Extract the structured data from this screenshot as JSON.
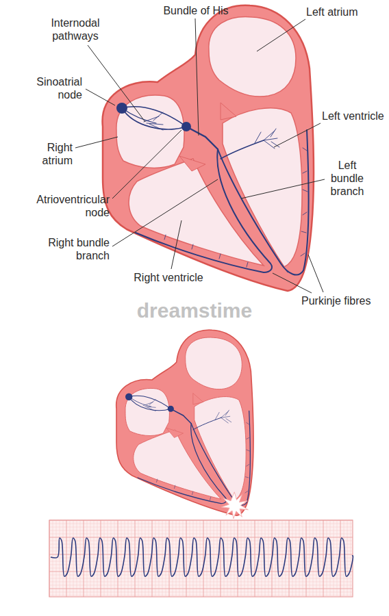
{
  "diagram": {
    "labels": [
      "Internodal pathways",
      "Bundle of His",
      "Left atrium",
      "Sinoatrial node",
      "Left ventricle",
      "Right atrium",
      "Left bundle branch",
      "Atrioventricular node",
      "Right bundle branch",
      "Right ventricle",
      "Purkinje fibres",
      "dreamstime"
    ]
  }
}
